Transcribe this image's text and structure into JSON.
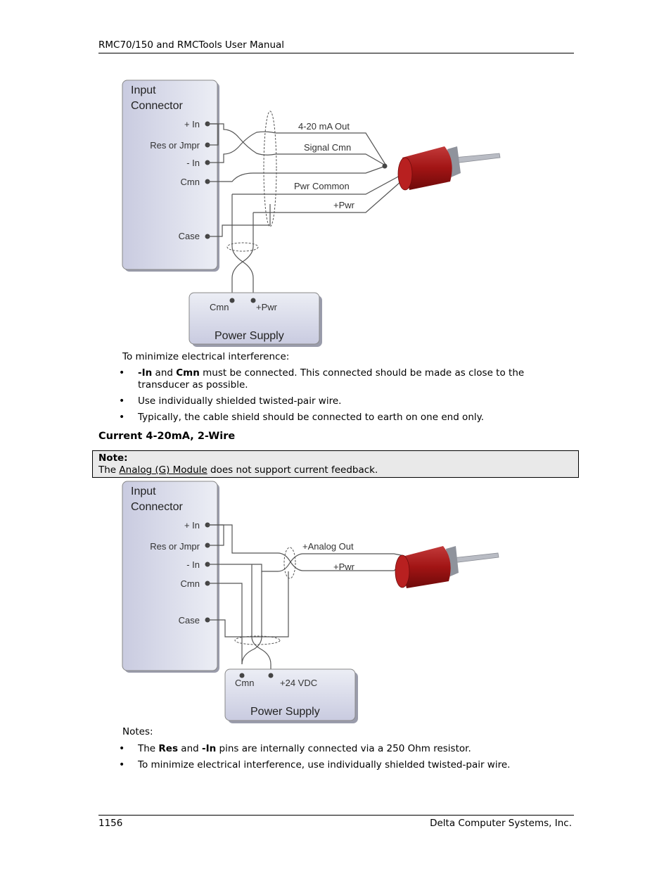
{
  "header": {
    "title": "RMC70/150 and RMCTools User Manual"
  },
  "diagram1": {
    "connector_title_1": "Input",
    "connector_title_2": "Connector",
    "pins": [
      "+ In",
      "Res or Jmpr",
      "- In",
      "Cmn",
      "Case"
    ],
    "wire_labels": [
      "4-20 mA Out",
      "Signal Cmn",
      "Pwr Common",
      "+Pwr"
    ],
    "ps_cmn": "Cmn",
    "ps_pwr": "+Pwr",
    "ps_title": "Power Supply"
  },
  "intro_text": "To minimize electrical interference:",
  "bullets1": [
    {
      "b1": "-In",
      "t1": " and ",
      "b2": "Cmn",
      "t2": " must be connected. This connected should be made as close to the transducer as possible."
    },
    {
      "t": "Use individually shielded twisted-pair wire."
    },
    {
      "t": "Typically, the cable shield should be connected to earth on one end only."
    }
  ],
  "section_title": "Current 4-20mA, 2-Wire",
  "note": {
    "label": "Note:",
    "pre": "The ",
    "link": "Analog (G) Module",
    "post": " does not support current feedback."
  },
  "diagram2": {
    "connector_title_1": "Input",
    "connector_title_2": "Connector",
    "pins": [
      "+ In",
      "Res or Jmpr",
      "- In",
      "Cmn",
      "Case"
    ],
    "wire_labels": [
      "+Analog Out",
      "+Pwr"
    ],
    "ps_cmn": "Cmn",
    "ps_pwr": "+24 VDC",
    "ps_title": "Power Supply"
  },
  "notes_title": "Notes:",
  "bullets2": [
    {
      "t1": "The ",
      "b1": "Res",
      "t2": " and ",
      "b2": "-In",
      "t3": " pins are internally connected via a 250 Ohm resistor."
    },
    {
      "t": "To minimize electrical interference, use individually shielded twisted-pair wire."
    }
  ],
  "footer": {
    "page": "1156",
    "company": "Delta Computer Systems, Inc."
  }
}
